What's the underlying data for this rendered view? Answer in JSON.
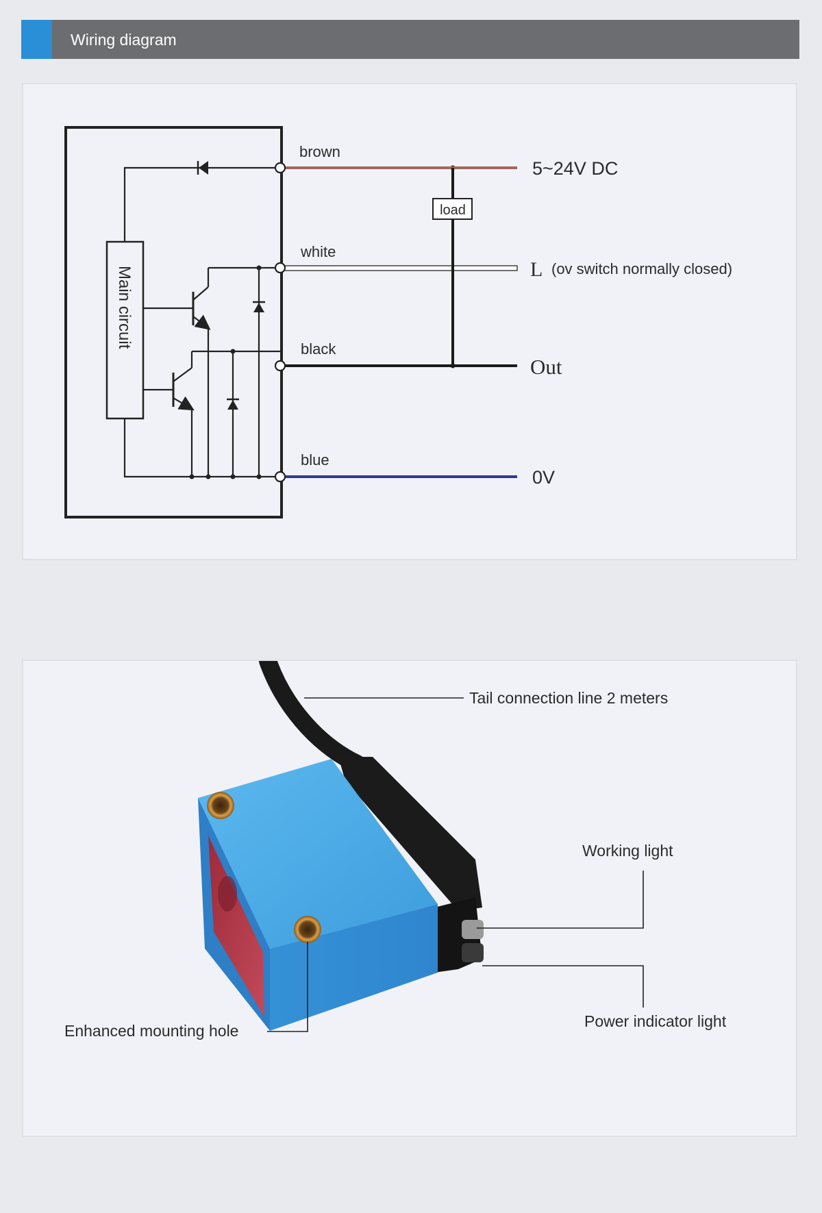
{
  "header": {
    "title": "Wiring diagram",
    "accent_color": "#2a8fd6",
    "background_color": "#6b6d70"
  },
  "wiring": {
    "main_circuit_label": "Main circuit",
    "load_label": "load",
    "wires": [
      {
        "label": "brown",
        "terminal": "5~24V DC",
        "color": "#a0685a"
      },
      {
        "label": "white",
        "terminal": "L",
        "note": "(ov switch normally closed)",
        "color": "#ffffff"
      },
      {
        "label": "black",
        "terminal": "Out",
        "color": "#1a1a1a"
      },
      {
        "label": "blue",
        "terminal": "0V",
        "color": "#2e3a92"
      }
    ]
  },
  "product": {
    "callouts": {
      "tail_line": "Tail connection line 2 meters",
      "working_light": "Working light",
      "power_light": "Power indicator light",
      "mounting_hole": "Enhanced mounting hole"
    },
    "body_color": "#3f9fe0"
  }
}
